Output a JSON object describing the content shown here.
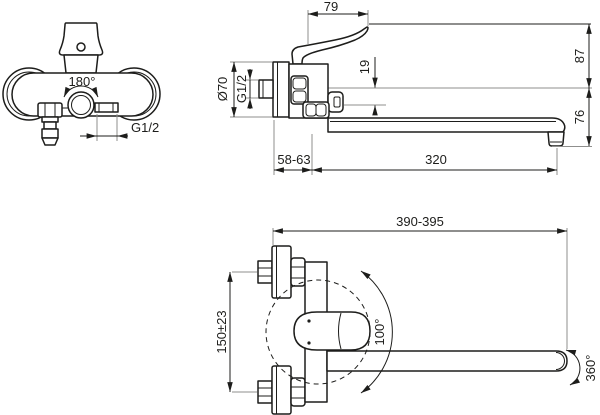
{
  "drawing": {
    "kind": "faucet-installation-dimension-drawing",
    "line_color": "#1d1d1b",
    "background": "#ffffff"
  },
  "labels": {
    "front_rotation": "180°",
    "front_thread": "G1/2",
    "side_handle_depth": "79",
    "side_escutcheon_dia": "Ø70",
    "side_thread": "G1/2",
    "side_offset": "19",
    "side_height_upper": "87",
    "side_height_lower": "76",
    "side_wall_distance": "58-63",
    "side_spout_length": "320",
    "plan_total_length": "390-395",
    "plan_centers_distance": "150±23",
    "plan_handle_angle": "100°",
    "plan_spout_swivel": "360°"
  }
}
